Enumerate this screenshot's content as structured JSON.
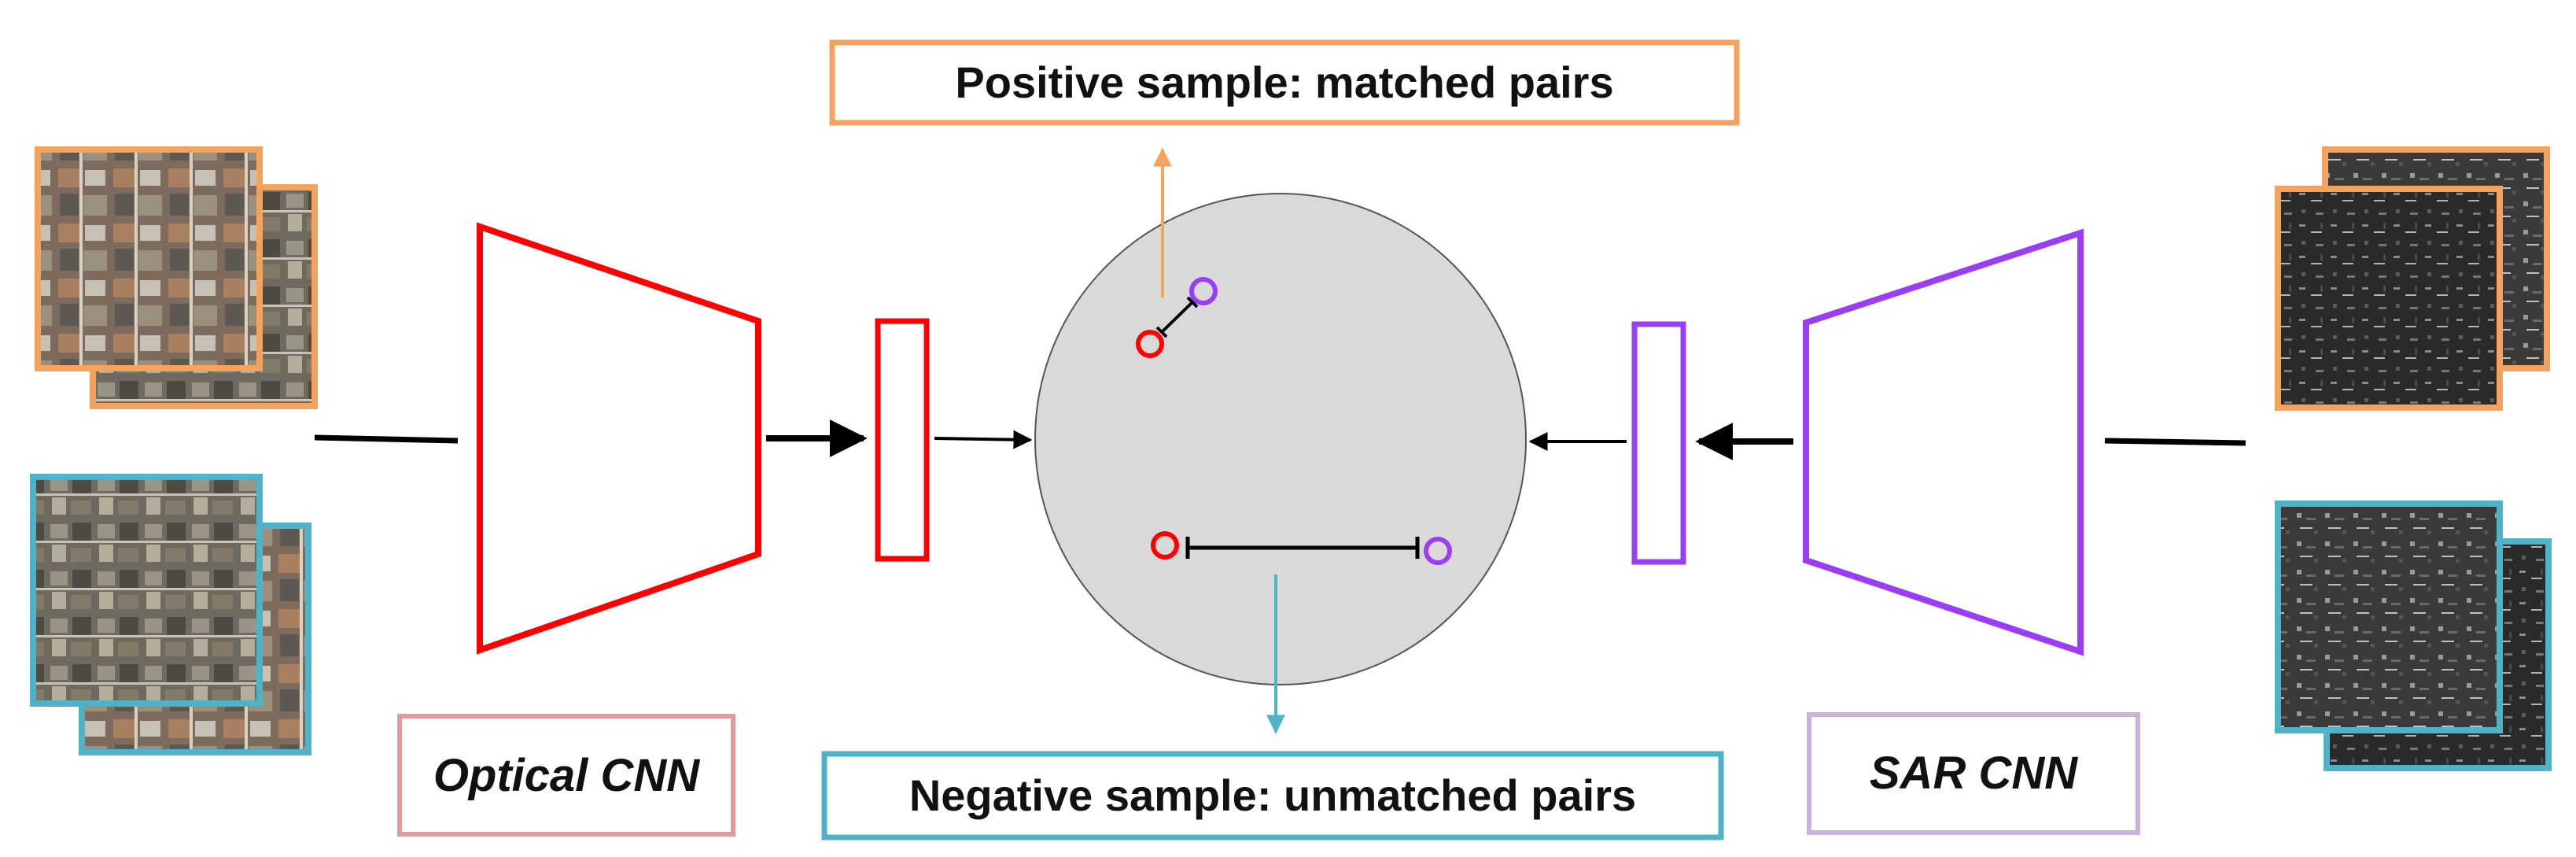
{
  "labels": {
    "positive": "Positive sample: matched pairs",
    "negative": "Negative sample: unmatched pairs",
    "optical_cnn": "Optical CNN",
    "sar_cnn": "SAR CNN"
  },
  "colors": {
    "optical": "#ff0000",
    "sar": "#9b3df5",
    "positive": "#f5a25d",
    "negative": "#4fb3c8",
    "optical_box_border": "#e39a9a",
    "sar_box_border": "#c8b3e0",
    "space_fill": "#d9d9d9",
    "arrow": "#000000"
  },
  "icons": {
    "optical_images": "aerial-photo-icon",
    "sar_images": "sar-image-icon"
  }
}
